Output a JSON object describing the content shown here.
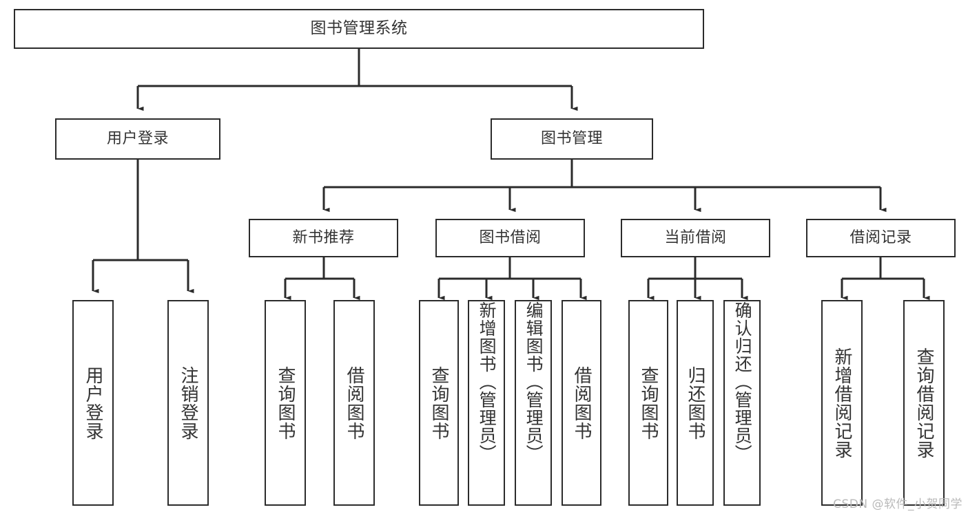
{
  "diagram": {
    "title_node": {
      "label": "图书管理系统"
    },
    "level2": [
      {
        "label": "用户登录"
      },
      {
        "label": "图书管理"
      }
    ],
    "level3": [
      {
        "label": "新书推荐"
      },
      {
        "label": "图书借阅"
      },
      {
        "label": "当前借阅"
      },
      {
        "label": "借阅记录"
      }
    ],
    "leaves": [
      {
        "label": "用户登录"
      },
      {
        "label": "注销登录"
      },
      {
        "label": "查询图书"
      },
      {
        "label": "借阅图书"
      },
      {
        "label": "查询图书"
      },
      {
        "label": "新增图书（管理员）"
      },
      {
        "label": "编辑图书（管理员）"
      },
      {
        "label": "借阅图书"
      },
      {
        "label": "查询图书"
      },
      {
        "label": "归还图书"
      },
      {
        "label": "确认归还（管理员）"
      },
      {
        "label": "新增借阅记录"
      },
      {
        "label": "查询借阅记录"
      }
    ],
    "watermark": "CSDN @软件_小贺同学",
    "colors": {
      "border": "#2b2b2b",
      "text": "#333333",
      "background": "#ffffff",
      "watermark": "#b9b9b9"
    }
  }
}
